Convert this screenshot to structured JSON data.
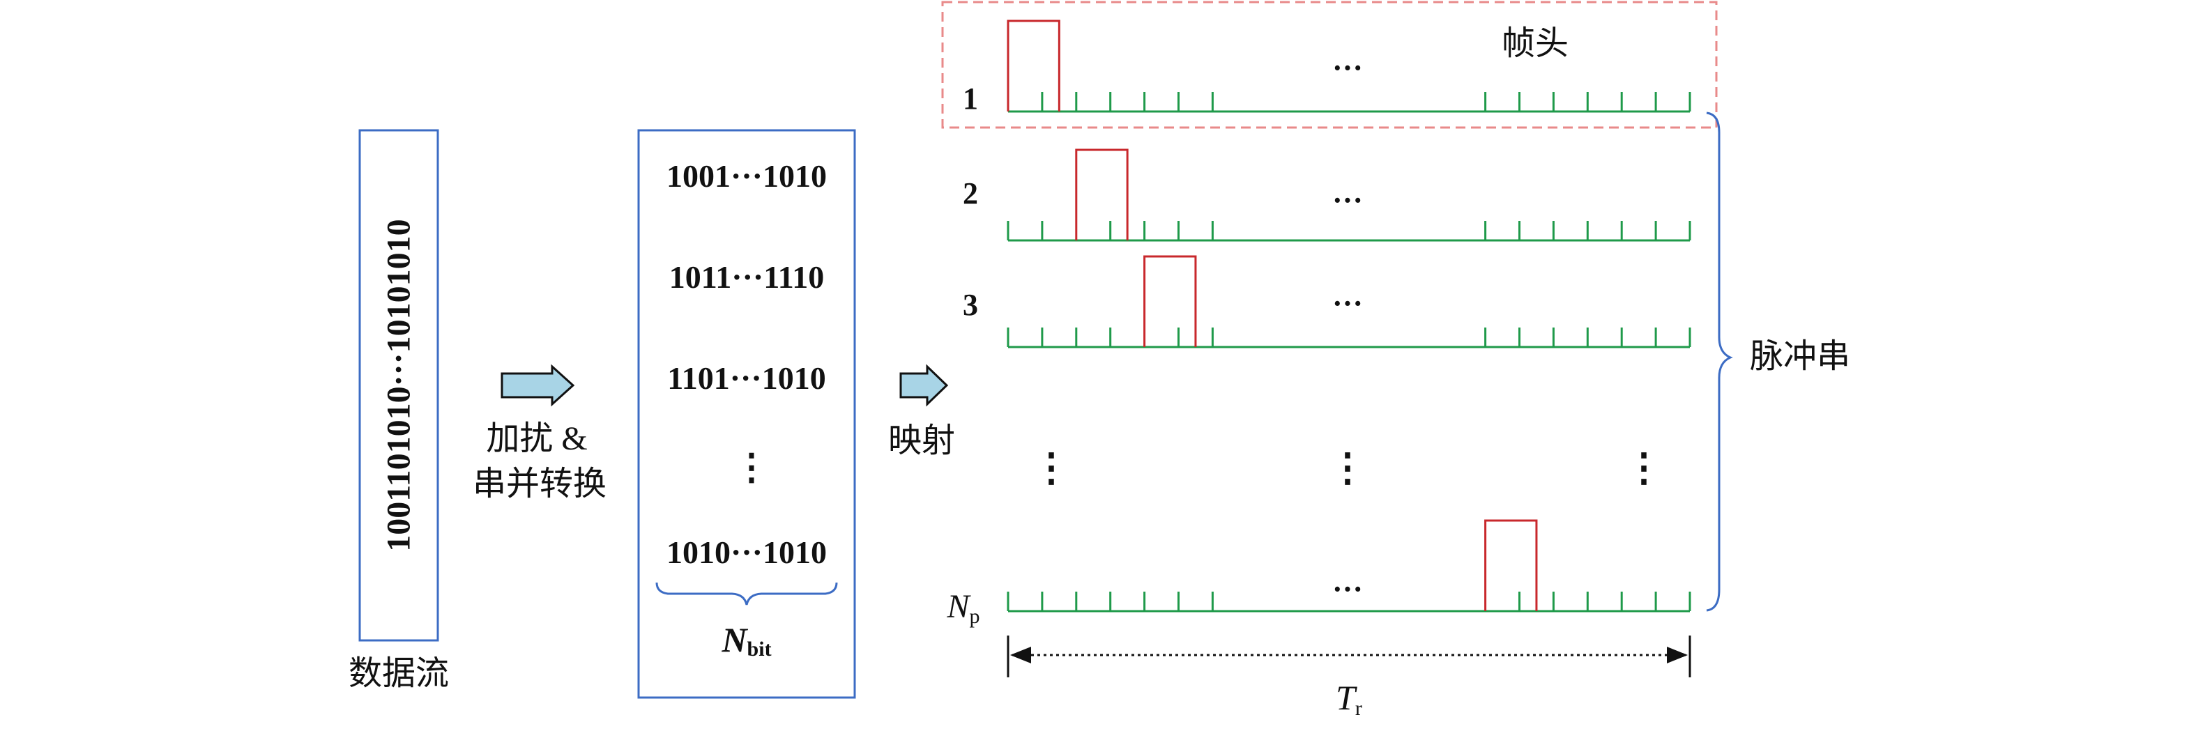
{
  "colors": {
    "box_blue": "#3c6cc4",
    "arrow_fill": "#a8d4e6",
    "pulse_red": "#c8282c",
    "frame_dash": "#e88a8a",
    "line_green": "#1f9a4a",
    "brace_blue": "#3c6cc4",
    "text": "#111111"
  },
  "data_stream": {
    "bits": "1001101010···10101010",
    "label": "数据流"
  },
  "step1": {
    "label_line1": "加扰 &",
    "label_line2": "串并转换"
  },
  "parallel": {
    "rows": [
      "1001···1010",
      "1011···1110",
      "1101···1010",
      "⋮",
      "1010···1010"
    ],
    "nbit_symbol": "N",
    "nbit_sub": "bit"
  },
  "step2": {
    "label": "映射"
  },
  "pulses": {
    "row_labels": [
      "1",
      "2",
      "3"
    ],
    "np_symbol": "N",
    "np_sub": "p",
    "ellipsis_h": "···",
    "ellipsis_v": "⋮",
    "frame_head_label": "帧头",
    "train_label": "脉冲串",
    "tr_symbol": "T",
    "tr_sub": "r",
    "slots_per_row": 20,
    "active_slot": [
      0,
      2,
      4,
      14
    ]
  }
}
